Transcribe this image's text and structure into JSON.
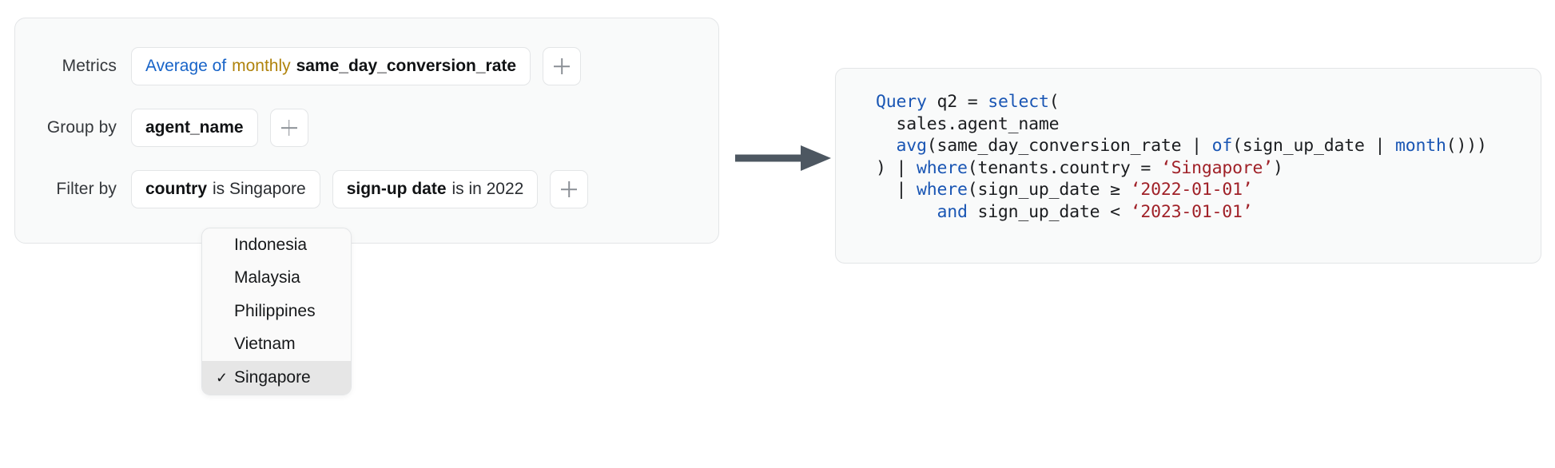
{
  "builder": {
    "rows": [
      {
        "label": "Metrics",
        "chips": [
          {
            "name": "metric-chip-average-monthly",
            "segments": [
              {
                "text": "Average of",
                "style": "blue"
              },
              {
                "text": " ",
                "style": "plain"
              },
              {
                "text": "monthly",
                "style": "amber"
              },
              {
                "text": " ",
                "style": "plain"
              },
              {
                "text": "same_day_conversion_rate",
                "style": "bold"
              }
            ]
          }
        ],
        "add_label": "+"
      },
      {
        "label": "Group by",
        "chips": [
          {
            "name": "groupby-chip-agent-name",
            "segments": [
              {
                "text": "agent_name",
                "style": "bold"
              }
            ]
          }
        ],
        "add_label": "+"
      },
      {
        "label": "Filter by",
        "chips": [
          {
            "name": "filter-chip-country",
            "segments": [
              {
                "text": "country",
                "style": "bold"
              },
              {
                "text": " ",
                "style": "plain"
              },
              {
                "text": "is Singapore",
                "style": "plain"
              }
            ]
          },
          {
            "name": "filter-chip-signup-date",
            "segments": [
              {
                "text": "sign-up date",
                "style": "bold"
              },
              {
                "text": " ",
                "style": "plain"
              },
              {
                "text": "is in 2022",
                "style": "plain"
              }
            ]
          }
        ],
        "add_label": "+"
      }
    ]
  },
  "dropdown": {
    "name": "country-dropdown",
    "check_glyph": "✓",
    "items": [
      {
        "label": "Indonesia",
        "selected": false
      },
      {
        "label": "Malaysia",
        "selected": false
      },
      {
        "label": "Philippines",
        "selected": false
      },
      {
        "label": "Vietnam",
        "selected": false
      },
      {
        "label": "Singapore",
        "selected": true
      }
    ]
  },
  "arrow": {
    "color": "#4d5761"
  },
  "code": {
    "lines": [
      [
        {
          "t": "Query",
          "c": "kw"
        },
        {
          "t": " q2 ",
          "c": ""
        },
        {
          "t": "= ",
          "c": ""
        },
        {
          "t": "select",
          "c": "kw"
        },
        {
          "t": "(",
          "c": ""
        }
      ],
      [
        {
          "t": "  sales.agent_name",
          "c": ""
        }
      ],
      [
        {
          "t": "  ",
          "c": ""
        },
        {
          "t": "avg",
          "c": "kw"
        },
        {
          "t": "(same_day_conversion_rate | ",
          "c": ""
        },
        {
          "t": "of",
          "c": "kw"
        },
        {
          "t": "(sign_up_date | ",
          "c": ""
        },
        {
          "t": "month",
          "c": "kw"
        },
        {
          "t": "()))",
          "c": ""
        }
      ],
      [
        {
          "t": ") | ",
          "c": ""
        },
        {
          "t": "where",
          "c": "kw"
        },
        {
          "t": "(tenants.country = ",
          "c": ""
        },
        {
          "t": "‘Singapore’",
          "c": "str"
        },
        {
          "t": ")",
          "c": ""
        }
      ],
      [
        {
          "t": "  | ",
          "c": ""
        },
        {
          "t": "where",
          "c": "kw"
        },
        {
          "t": "(sign_up_date ≥ ",
          "c": ""
        },
        {
          "t": "‘2022-01-01’",
          "c": "str"
        }
      ],
      [
        {
          "t": "      ",
          "c": ""
        },
        {
          "t": "and",
          "c": "kw"
        },
        {
          "t": " sign_up_date < ",
          "c": ""
        },
        {
          "t": "‘2023-01-01’",
          "c": "str"
        }
      ]
    ]
  },
  "colors": {
    "accent_blue": "#1864c8",
    "accent_amber": "#b0830c",
    "code_keyword": "#1a56b4",
    "code_string": "#a02128",
    "arrow": "#4d5761",
    "panel_bg": "#f9fafa",
    "panel_border": "#e3e5e7",
    "dropdown_selected_bg": "#e6e6e6"
  }
}
